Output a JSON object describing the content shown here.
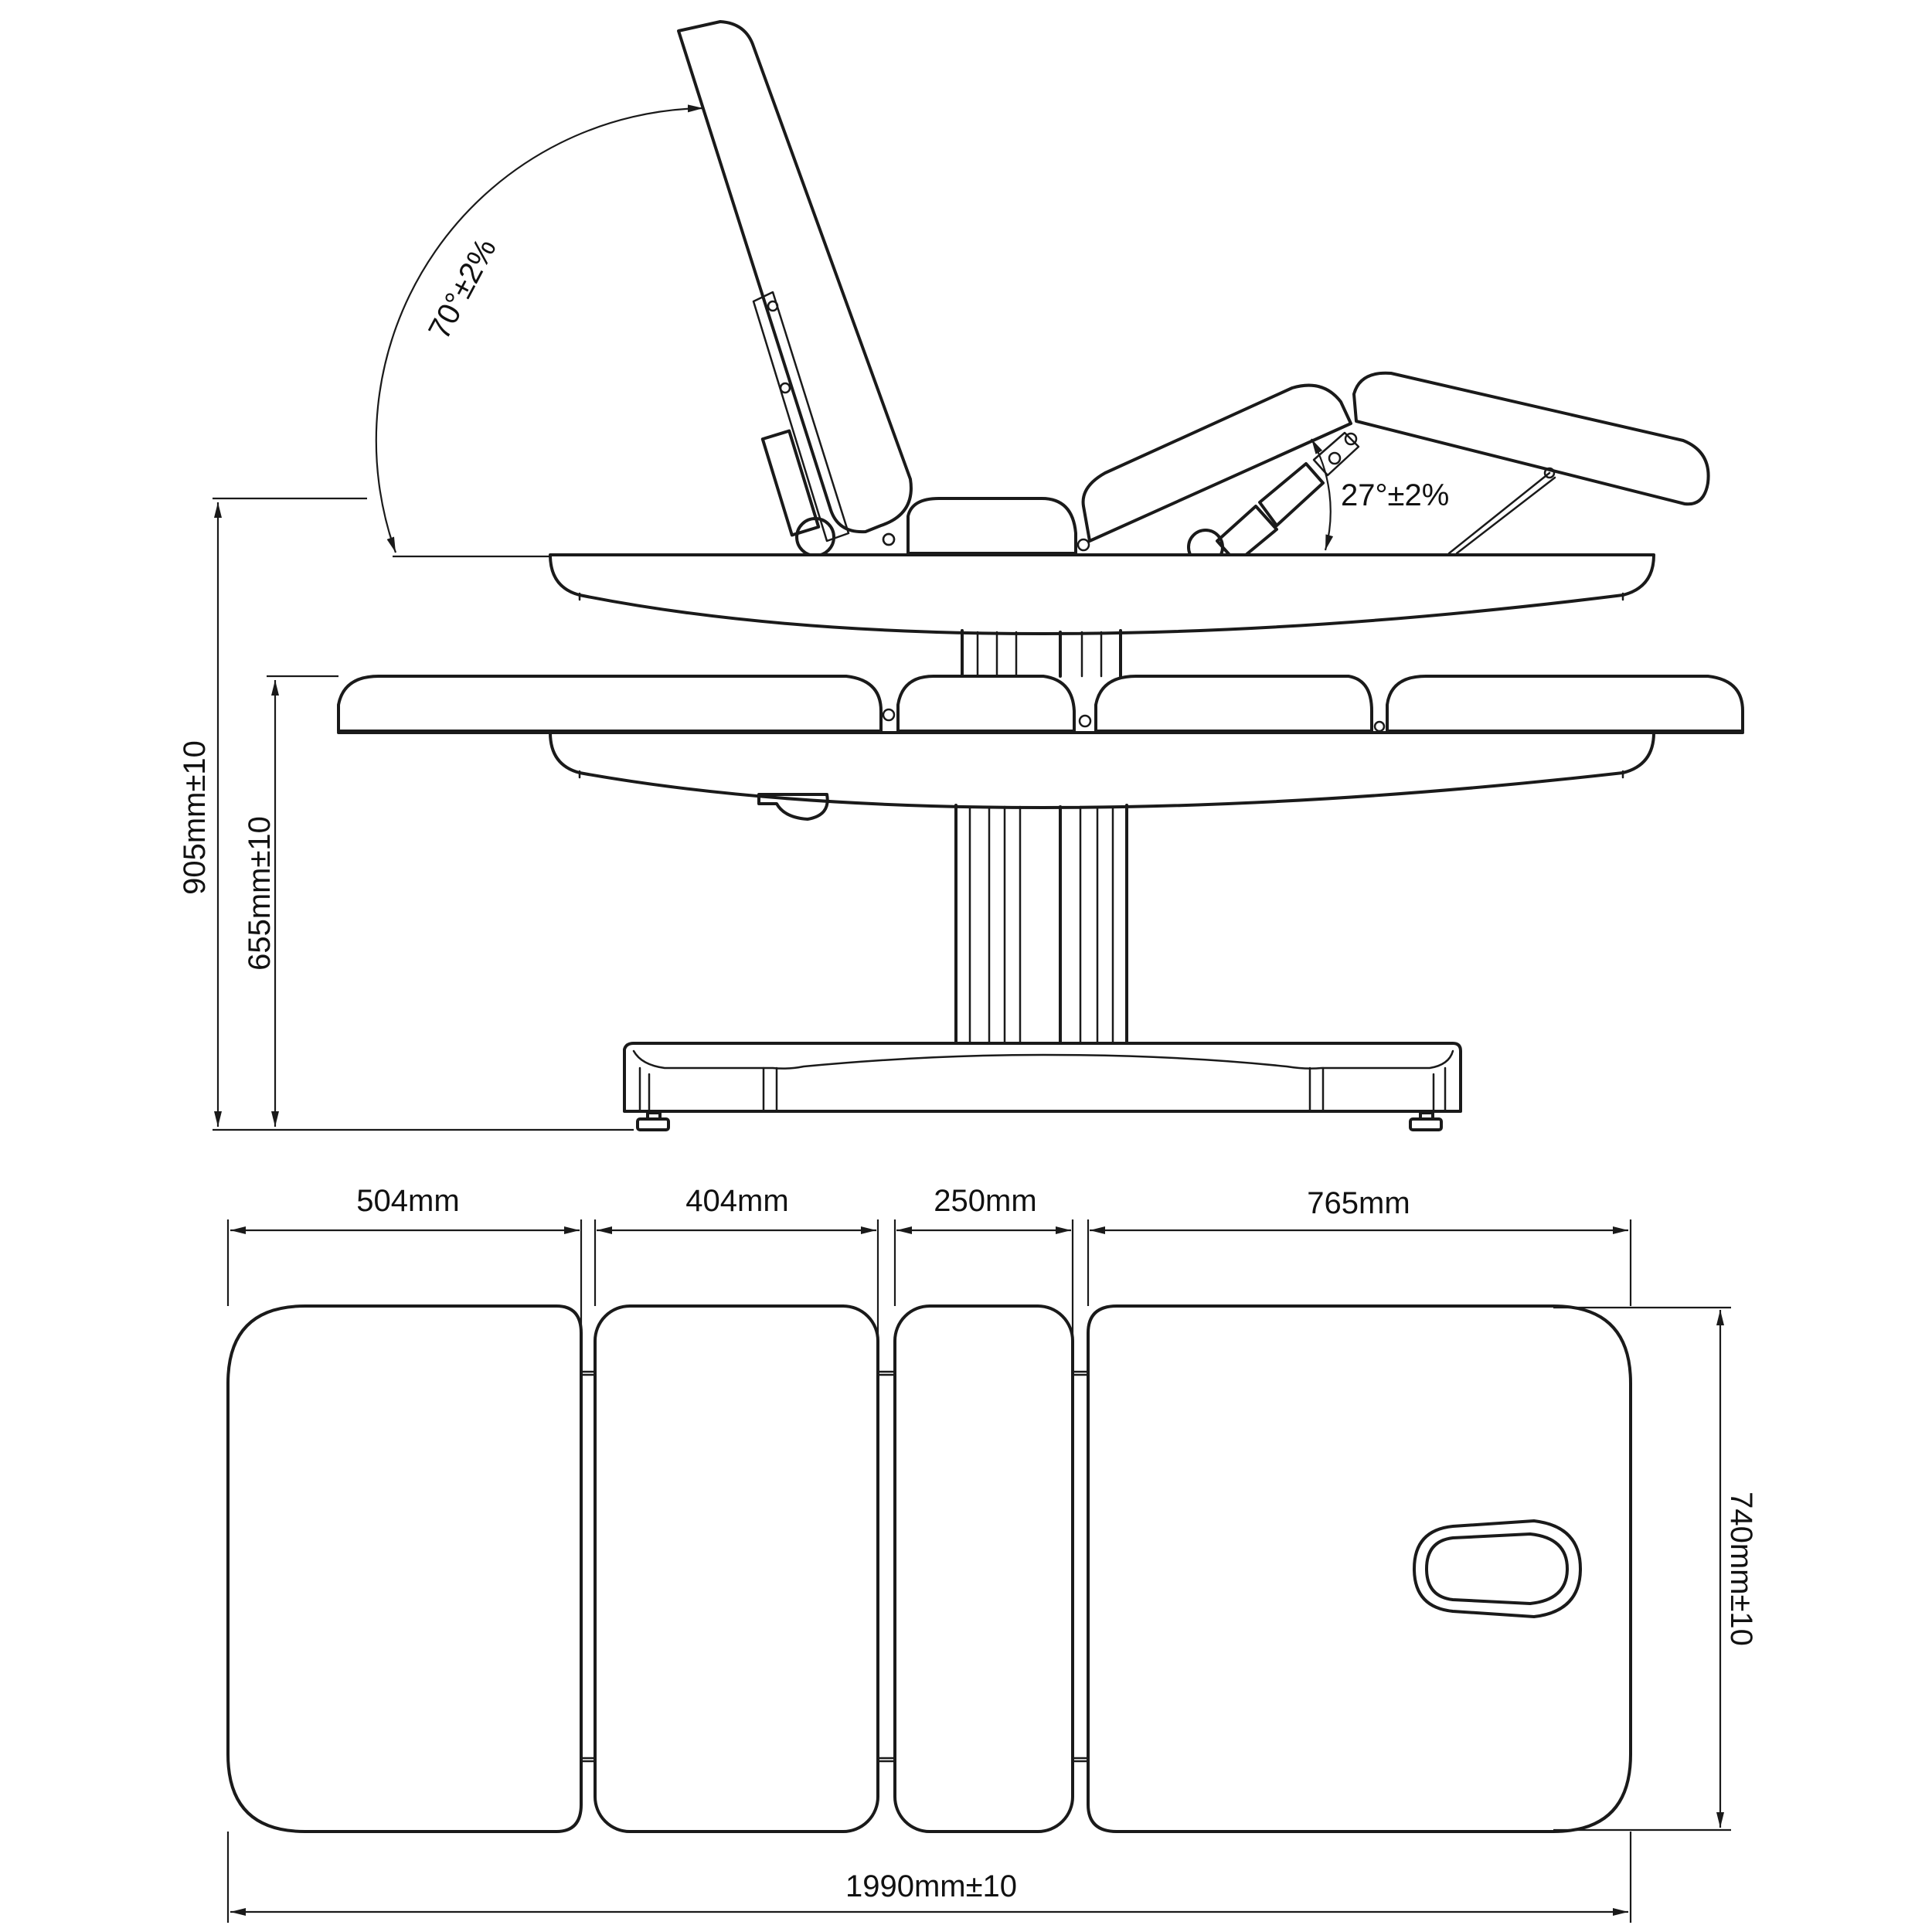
{
  "side_view": {
    "backrest_angle": "70°±2%",
    "leg_angle": "27°±2%",
    "max_height": "905mm±10",
    "min_height": "655mm±10"
  },
  "top_view": {
    "section_widths": [
      "504mm",
      "404mm",
      "250mm",
      "765mm"
    ],
    "total_length": "1990mm±10",
    "width": "740mm±10"
  }
}
